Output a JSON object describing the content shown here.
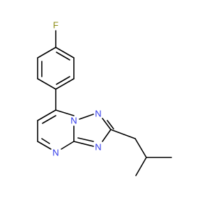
{
  "molecule": {
    "atoms": {
      "F": "F",
      "N1": "N",
      "N2": "N",
      "N3": "N",
      "N4": "N"
    },
    "colors": {
      "carbon": "#000000",
      "nitrogen": "#2d36e8",
      "fluorine": "#8c8c14",
      "background": "#ffffff"
    }
  }
}
